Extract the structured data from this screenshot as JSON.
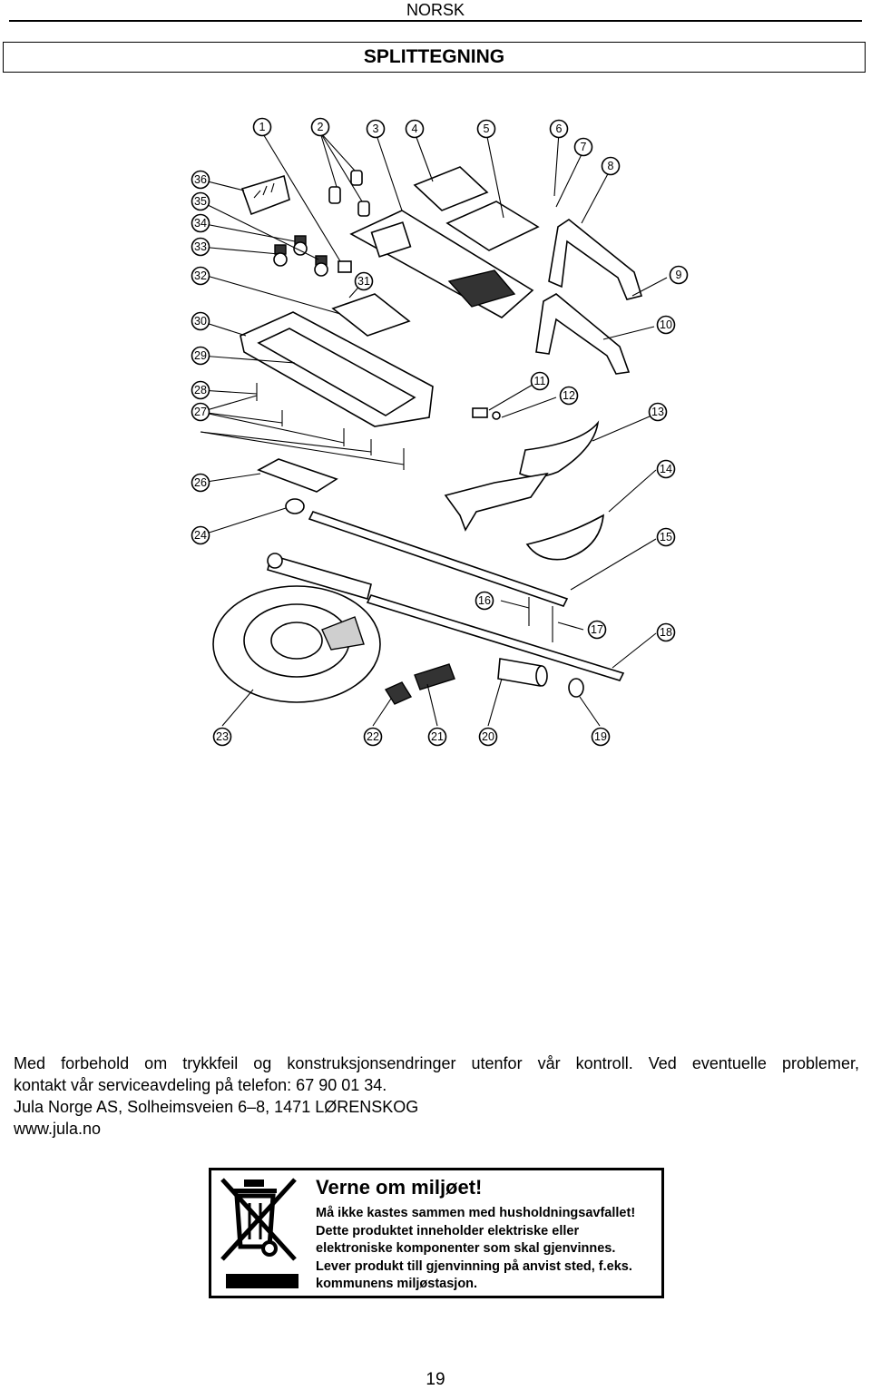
{
  "header": {
    "language": "NORSK"
  },
  "title": "SPLITTEGNING",
  "diagram": {
    "callouts": [
      "1",
      "2",
      "3",
      "4",
      "5",
      "6",
      "7",
      "8",
      "9",
      "10",
      "11",
      "12",
      "13",
      "14",
      "15",
      "16",
      "17",
      "18",
      "19",
      "20",
      "21",
      "22",
      "23",
      "24",
      "26",
      "27",
      "28",
      "29",
      "30",
      "31",
      "32",
      "33",
      "34",
      "35",
      "36"
    ]
  },
  "footer": {
    "line1": "Med forbehold om trykkfeil og konstruksjonsendringer utenfor vår kontroll. Ved eventuelle problemer,",
    "line2": "kontakt vår serviceavdeling på telefon: 67 90 01 34.",
    "line3": "Jula Norge AS, Solheimsveien 6–8, 1471 LØRENSKOG",
    "line4": "www.jula.no"
  },
  "environment": {
    "title": "Verne om miljøet!",
    "lines": [
      "Må ikke kastes sammen med husholdningsavfallet!",
      "Dette produktet inneholder elektriske eller",
      "elektroniske komponenter som skal gjenvinnes.",
      "Lever produkt till gjenvinning på anvist sted, f.eks.",
      "kommunens miljøstasjon."
    ],
    "icon": "crossed-out-wheelie-bin-icon"
  },
  "page_number": "19"
}
